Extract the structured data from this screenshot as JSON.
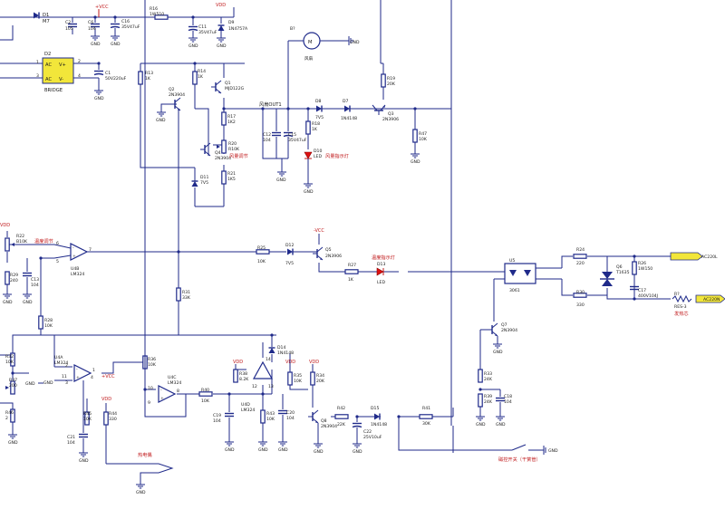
{
  "bridge": {
    "designator": "D2",
    "name": "BRIDGE",
    "ac1": "AC",
    "ac2": "AC",
    "vplus": "V+",
    "vminus": "V-",
    "pin1": "1",
    "pin2": "2",
    "pin3": "3",
    "pin4": "4"
  },
  "top": {
    "d1": "D1",
    "d1v": "M7",
    "c2": "C2",
    "c2v": "105",
    "c6": "C6",
    "c6v": "104",
    "c16": "C16",
    "c16v": "35V47uF",
    "r16": "R16",
    "r16v": "1W510",
    "c11": "C11",
    "c11v": "35V47uF",
    "d9": "D9",
    "d9v": "1N4757A"
  },
  "power": {
    "vcc": "+VCC",
    "vdd": "VDD",
    "gnd": "GND",
    "vcc_neg": "-VCC"
  },
  "c1": {
    "designator": "C1",
    "value": "50V220uF"
  },
  "fan": {
    "designator": "B?",
    "symbol": "M",
    "label": "风扇"
  },
  "transistors": {
    "q1": {
      "d": "Q1",
      "v": "MJD122G"
    },
    "q2": {
      "d": "Q2",
      "v": "2N3904"
    },
    "q3": {
      "d": "Q3",
      "v": "2N3906"
    },
    "q4": {
      "d": "Q4",
      "v": "2N3904"
    },
    "q5": {
      "d": "Q5",
      "v": "2N3906"
    },
    "q6": {
      "d": "Q6",
      "v": "T1635"
    },
    "q7": {
      "d": "Q7",
      "v": "2N3904"
    },
    "q8": {
      "d": "Q8",
      "v": "2N3904"
    }
  },
  "resistors": {
    "r13": {
      "d": "R13",
      "v": "1K"
    },
    "r14": {
      "d": "R14",
      "v": "1K"
    },
    "r17": {
      "d": "R17",
      "v": "1K2"
    },
    "r20": {
      "d": "R20",
      "v": "R10K"
    },
    "r21": {
      "d": "R21",
      "v": "1K5"
    },
    "r18": {
      "d": "R18",
      "v": "1K"
    },
    "r19": {
      "d": "R19",
      "v": "20K"
    },
    "r47": {
      "d": "R47",
      "v": "10K"
    },
    "r22": {
      "d": "R22",
      "v": "B10K"
    },
    "r29": {
      "d": "R29",
      "v": "240"
    },
    "r28": {
      "d": "R28",
      "v": "10K"
    },
    "r31": {
      "d": "R31",
      "v": "33K"
    },
    "r25": {
      "d": "R25",
      "v": "10K"
    },
    "r27": {
      "d": "R27",
      "v": "1K"
    },
    "r24": {
      "d": "R24",
      "v": "220"
    },
    "r30": {
      "d": "R30",
      "v": "330"
    },
    "r26": {
      "d": "R26",
      "v": "1W150"
    },
    "r7": {
      "d": "R?",
      "v": "RES-3"
    },
    "r32": {
      "d": "R32",
      "v": "10K"
    },
    "r37": {
      "d": "R37",
      "v": "200"
    },
    "r46": {
      "d": "R46",
      "v": "2"
    },
    "r36": {
      "d": "R36",
      "v": "10K"
    },
    "r45": {
      "d": "R45",
      "v": "10K"
    },
    "r44": {
      "d": "R44",
      "v": "330"
    },
    "r40": {
      "d": "R40",
      "v": "10K"
    },
    "r38": {
      "d": "R38",
      "v": "8.2K"
    },
    "r43": {
      "d": "R43",
      "v": "10K"
    },
    "r35": {
      "d": "R35",
      "v": "10K"
    },
    "r34": {
      "d": "R34",
      "v": "20K"
    },
    "r42": {
      "d": "R42",
      "v": "22K"
    },
    "r41": {
      "d": "R41",
      "v": "30K"
    },
    "r33": {
      "d": "R33",
      "v": "24K"
    },
    "r39": {
      "d": "R39",
      "v": "24K"
    }
  },
  "capacitors": {
    "c12": {
      "d": "C12",
      "v": "104"
    },
    "c15": {
      "d": "C15",
      "v": "35V47uF"
    },
    "c13": {
      "d": "C13",
      "v": "104"
    },
    "c17": {
      "d": "C17",
      "v": "400V104J"
    },
    "c21": {
      "d": "C21",
      "v": "104"
    },
    "c19": {
      "d": "C19",
      "v": "104"
    },
    "c20": {
      "d": "C20",
      "v": "104"
    },
    "c22": {
      "d": "C22",
      "v": "25V10uF"
    },
    "c18": {
      "d": "C18",
      "v": "104"
    }
  },
  "diodes": {
    "d8": {
      "d": "D8",
      "v": "7V5"
    },
    "d7": {
      "d": "D7",
      "v": "1N4148"
    },
    "d10": {
      "d": "D10",
      "v": "LED"
    },
    "d11": {
      "d": "D11",
      "v": "7V5"
    },
    "d12": {
      "d": "D12",
      "v": "7V5"
    },
    "d13": {
      "d": "D13",
      "v": "LED"
    },
    "d14": {
      "d": "D14",
      "v": "1N4148"
    },
    "d15": {
      "d": "D15",
      "v": "1N4148"
    }
  },
  "opamps": {
    "u4b": {
      "d": "U4B",
      "v": "LM324"
    },
    "u4a": {
      "d": "U4A",
      "v": "LM324"
    },
    "u4c": {
      "d": "U4C",
      "v": "LM324"
    },
    "u4d": {
      "d": "U4D",
      "v": "LM324"
    }
  },
  "optocoupler": {
    "d": "U5",
    "v": "3061"
  },
  "nets": {
    "fan_out": "风扇OUT1",
    "ac1": "AC220L",
    "ac2": "AC220N"
  },
  "labels_cn": {
    "fan_adjust": "风量调节",
    "fan_led": "风量指示灯",
    "temp_adjust": "温度调节",
    "temp_led": "温度指示灯",
    "thermocouple": "热电偶",
    "heater": "发热芯",
    "switch": "磁控开关（干簧管）"
  },
  "pins": {
    "p6": "6",
    "p5": "5",
    "p7": "7",
    "p3": "3",
    "p2": "2",
    "p1": "1",
    "p11": "11",
    "p4": "4",
    "p10": "10",
    "p9": "9",
    "p8": "8",
    "p12": "12",
    "p13": "13",
    "p14": "14"
  }
}
